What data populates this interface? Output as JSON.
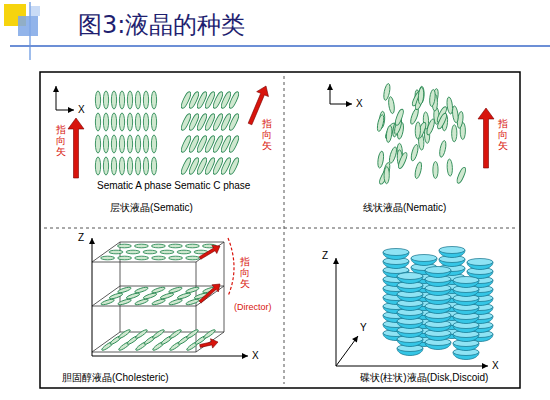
{
  "diagram": {
    "title": "图3:液晶的种类",
    "nodes": [
      {
        "text": [
          "X",
          "指向矢",
          "指向矢",
          "Sematic A phase Sematic C phase",
          "层状液晶(Sematic)"
        ]
      },
      {
        "text": [
          "X",
          "指向矢",
          "线状液晶(Nematic)"
        ]
      },
      {
        "text": [
          "Z",
          "指向矢",
          "(Director)",
          "X",
          "胆固醇液晶(Cholesteric)"
        ]
      },
      {
        "text": [
          "Z",
          "Y",
          "X",
          "碟状(柱状)液晶(Disk,Discoid)"
        ]
      }
    ]
  }
}
